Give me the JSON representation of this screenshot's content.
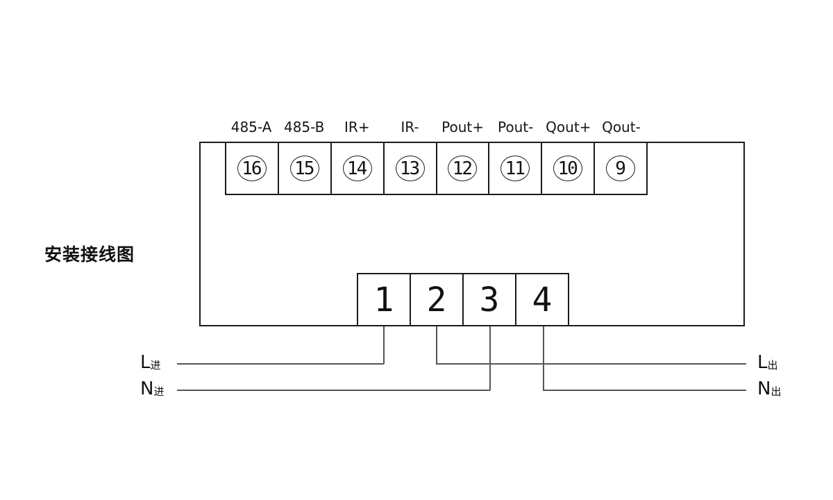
{
  "title": "安装接线图",
  "diagram": {
    "top_terminals": [
      {
        "label": "485-A",
        "number": "16"
      },
      {
        "label": "485-B",
        "number": "15"
      },
      {
        "label": "IR+",
        "number": "14"
      },
      {
        "label": "IR-",
        "number": "13"
      },
      {
        "label": "Pout+",
        "number": "12"
      },
      {
        "label": "Pout-",
        "number": "11"
      },
      {
        "label": "Qout+",
        "number": "10"
      },
      {
        "label": "Qout-",
        "number": "9"
      }
    ],
    "bottom_terminals": [
      {
        "number": "1"
      },
      {
        "number": "2"
      },
      {
        "number": "3"
      },
      {
        "number": "4"
      }
    ],
    "wire_labels": {
      "l_in": {
        "main": "L",
        "sub": "进"
      },
      "n_in": {
        "main": "N",
        "sub": "进"
      },
      "l_out": {
        "main": "L",
        "sub": "出"
      },
      "n_out": {
        "main": "N",
        "sub": "出"
      }
    }
  },
  "colors": {
    "background": "#ffffff",
    "outline": "#1a1a1a",
    "wire": "#555555",
    "text": "#111111"
  }
}
